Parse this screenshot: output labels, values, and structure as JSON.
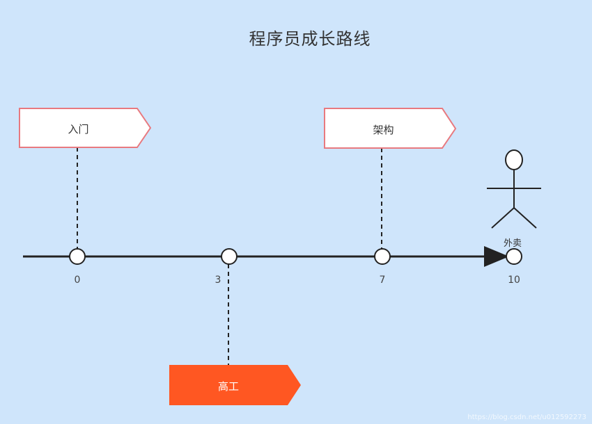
{
  "title": "程序员成长路线",
  "colors": {
    "background": "#cfe5fb",
    "line": "#222222",
    "flag_border": "#e8797f",
    "flag_fill": "#ffffff",
    "accent": "#ff5722"
  },
  "timeline": {
    "points": [
      {
        "tick": "0"
      },
      {
        "tick": "3"
      },
      {
        "tick": "7"
      },
      {
        "tick": "10"
      }
    ]
  },
  "flags": {
    "rumen": "入门",
    "jiagou": "架构",
    "gaogong": "高工"
  },
  "person": {
    "icon": "stick-figure-icon",
    "label": "外卖"
  },
  "watermark": "https://blog.csdn.net/u012592273"
}
